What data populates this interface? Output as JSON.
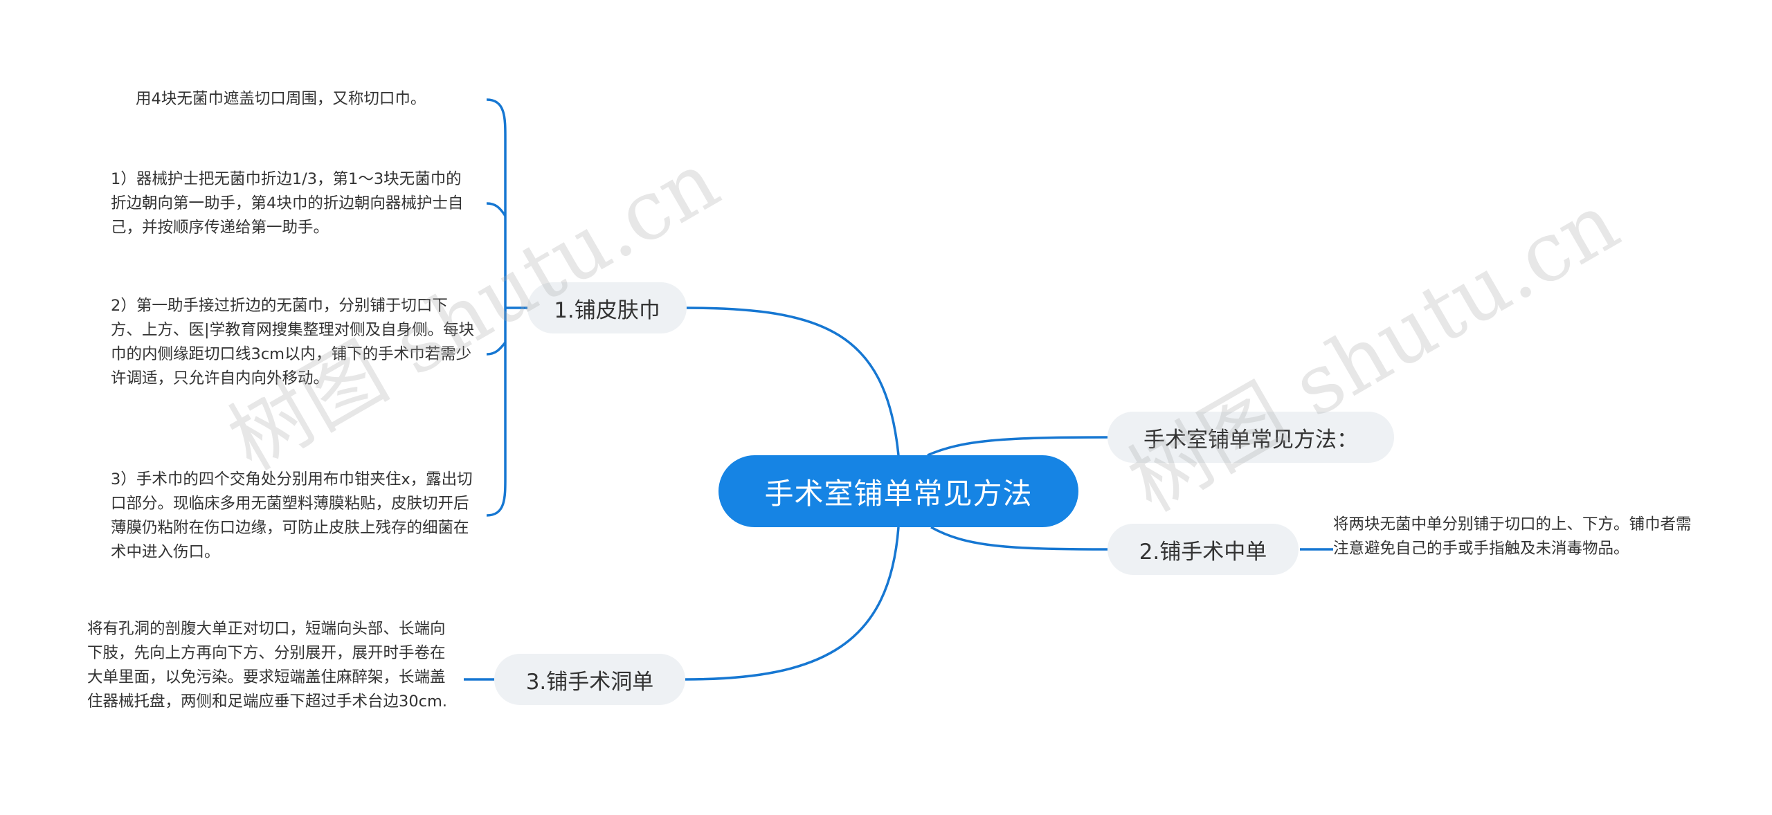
{
  "root": {
    "label": "手术室铺单常见方法"
  },
  "left_topics": [
    {
      "label": "1.铺皮肤巾",
      "leaves": [
        "用4块无菌巾遮盖切口周围，又称切口巾。",
        "1）器械护士把无菌巾折边1/3，第1～3块无菌巾的折边朝向第一助手，第4块巾的折边朝向器械护士自己，并按顺序传递给第一助手。",
        "2）第一助手接过折边的无菌巾，分别铺于切口下方、上方、医|学教育网搜集整理对侧及自身侧。每块巾的内侧缘距切口线3cm以内，铺下的手术巾若需少许调适，只允许自内向外移动。",
        "3）手术巾的四个交角处分别用布巾钳夹住x，露出切口部分。现临床多用无菌塑料薄膜粘贴，皮肤切开后薄膜仍粘附在伤口边缘，可防止皮肤上残存的细菌在术中进入伤口。"
      ]
    },
    {
      "label": "3.铺手术洞单",
      "leaves": [
        "将有孔洞的剖腹大单正对切口，短端向头部、长端向下肢，先向上方再向下方、分别展开，展开时手卷在大单里面，以免污染。要求短端盖住麻醉架，长端盖住器械托盘，两侧和足端应垂下超过手术台边30cm."
      ]
    }
  ],
  "right_topics": [
    {
      "label": "手术室铺单常见方法：",
      "leaves": []
    },
    {
      "label": "2.铺手术中单",
      "leaves": [
        "将两块无菌中单分别铺于切口的上、下方。铺巾者需注意避免自己的手或手指触及未消毒物品。"
      ]
    }
  ],
  "watermark": "树图 shutu.cn",
  "colors": {
    "root_bg": "#1684e4",
    "link": "#1677d2",
    "topic_bg": "#eef1f4",
    "text": "#333333"
  }
}
